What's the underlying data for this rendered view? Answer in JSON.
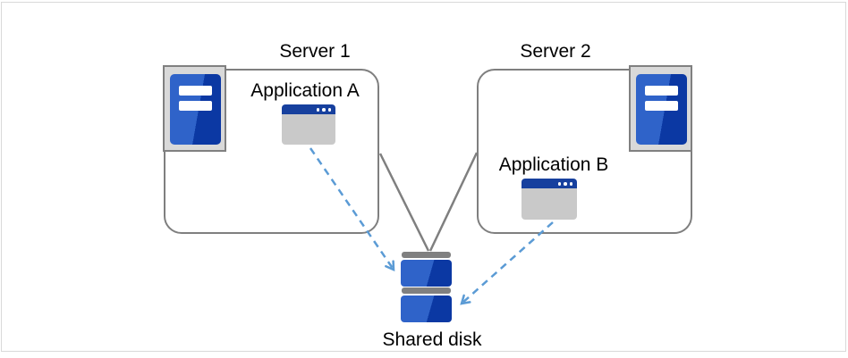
{
  "diagram": {
    "type": "shared-disk-cluster-architecture"
  },
  "servers": [
    {
      "label": "Server 1",
      "application": {
        "label": "Application A"
      }
    },
    {
      "label": "Server 2",
      "application": {
        "label": "Application B"
      }
    }
  ],
  "shared_disk": {
    "label": "Shared disk"
  },
  "connections": [
    {
      "from": "Server 1",
      "to": "Shared disk",
      "style": "solid-line"
    },
    {
      "from": "Server 2",
      "to": "Shared disk",
      "style": "solid-line"
    },
    {
      "from": "Application A",
      "to": "Shared disk",
      "style": "dashed-arrow"
    },
    {
      "from": "Application B",
      "to": "Shared disk",
      "style": "dashed-arrow"
    }
  ],
  "icons": [
    "server-tower-icon",
    "application-window-icon",
    "disk-stack-icon"
  ],
  "colors": {
    "box_border": "#7f7f7f",
    "icon_frame_fill": "#d9d9d9",
    "icon_frame_border": "#808080",
    "blue_light": "#2f63c9",
    "blue_dark": "#0b38a3",
    "titlebar_navy": "#17409e",
    "window_body_gray": "#c9c9c9",
    "arrow_blue": "#5b9bd5",
    "canvas_border": "#d9d9d9",
    "text": "#000000"
  }
}
